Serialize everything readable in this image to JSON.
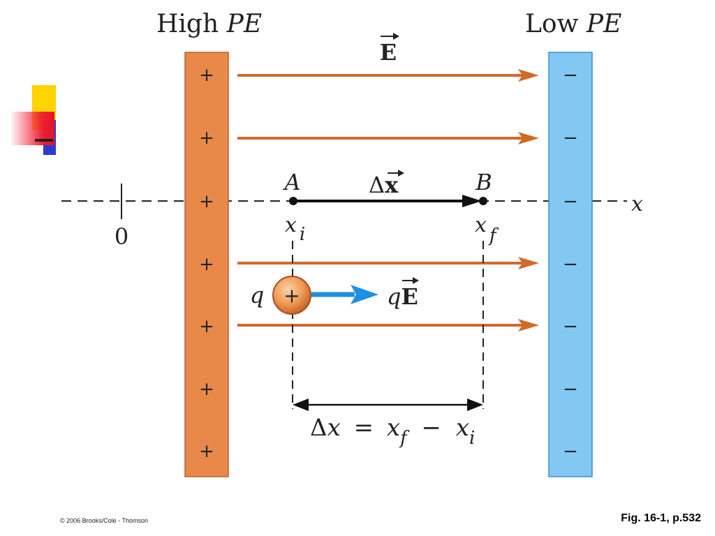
{
  "labels": {
    "high_pe": "High",
    "low_pe": "Low",
    "pe": "PE",
    "field": "E",
    "point_a": "A",
    "point_b": "B",
    "delta_x_vector": "Δ",
    "x_vec": "x",
    "axis_x": "x",
    "origin": "0",
    "xi_base": "x",
    "xi_sub": "i",
    "xf_base": "x",
    "xf_sub": "f",
    "charge_q": "q",
    "charge_sign": "+",
    "force_q": "q",
    "force_e": "E",
    "eq_delta": "Δ",
    "eq_x": "x",
    "eq_equals": "=",
    "eq_xf": "x",
    "eq_f": "f",
    "eq_minus": "−",
    "eq_xi": "x",
    "eq_i": "i"
  },
  "plates": {
    "positive_sign": "+",
    "negative_sign": "−",
    "positive_color": "#e8894a",
    "negative_color": "#82c8f2"
  },
  "colors": {
    "field_line": "#d2692b",
    "force_arrow": "#1e8fe0",
    "charge_fill": "#f0a060"
  },
  "footer": {
    "copyright": "© 2006 Brooks/Cole - Thomson",
    "figure": "Fig. 16-1, p.532"
  }
}
